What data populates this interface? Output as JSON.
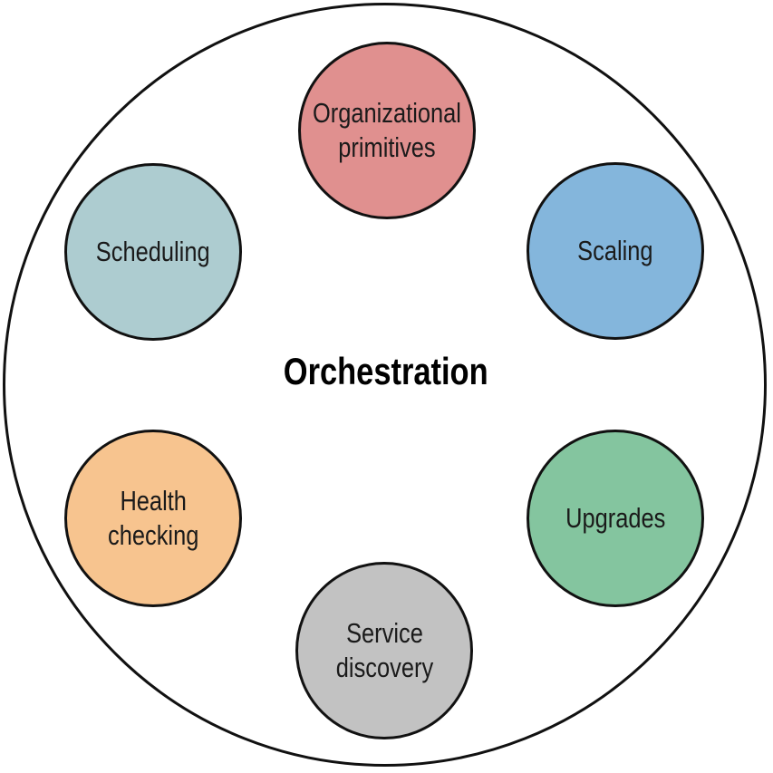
{
  "title": "Orchestration",
  "nodes": {
    "organizational_primitives": {
      "label": "Organizational\nprimitives",
      "color": "#e0908f"
    },
    "scaling": {
      "label": "Scaling",
      "color": "#84b6dc"
    },
    "upgrades": {
      "label": "Upgrades",
      "color": "#84c59f"
    },
    "service_discovery": {
      "label": "Service\ndiscovery",
      "color": "#c2c2c2"
    },
    "health_checking": {
      "label": "Health\nchecking",
      "color": "#f7c48f"
    },
    "scheduling": {
      "label": "Scheduling",
      "color": "#adccd0"
    }
  }
}
